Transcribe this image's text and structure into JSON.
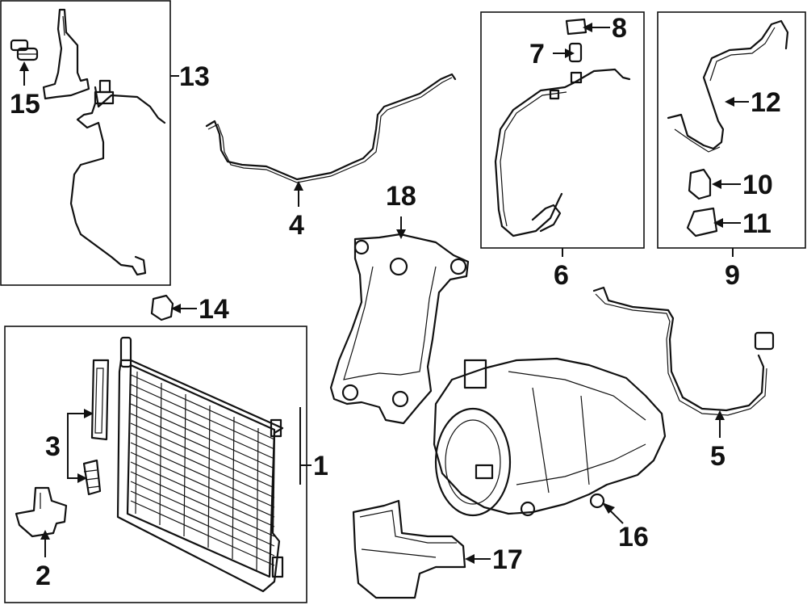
{
  "labels": {
    "l1": "1",
    "l2": "2",
    "l3": "3",
    "l4": "4",
    "l5": "5",
    "l6": "6",
    "l7": "7",
    "l8": "8",
    "l9": "9",
    "l10": "10",
    "l11": "11",
    "l12": "12",
    "l13": "13",
    "l14": "14",
    "l15": "15",
    "l16": "16",
    "l17": "17",
    "l18": "18"
  },
  "colors": {
    "ink": "#111111",
    "background": "#ffffff"
  }
}
